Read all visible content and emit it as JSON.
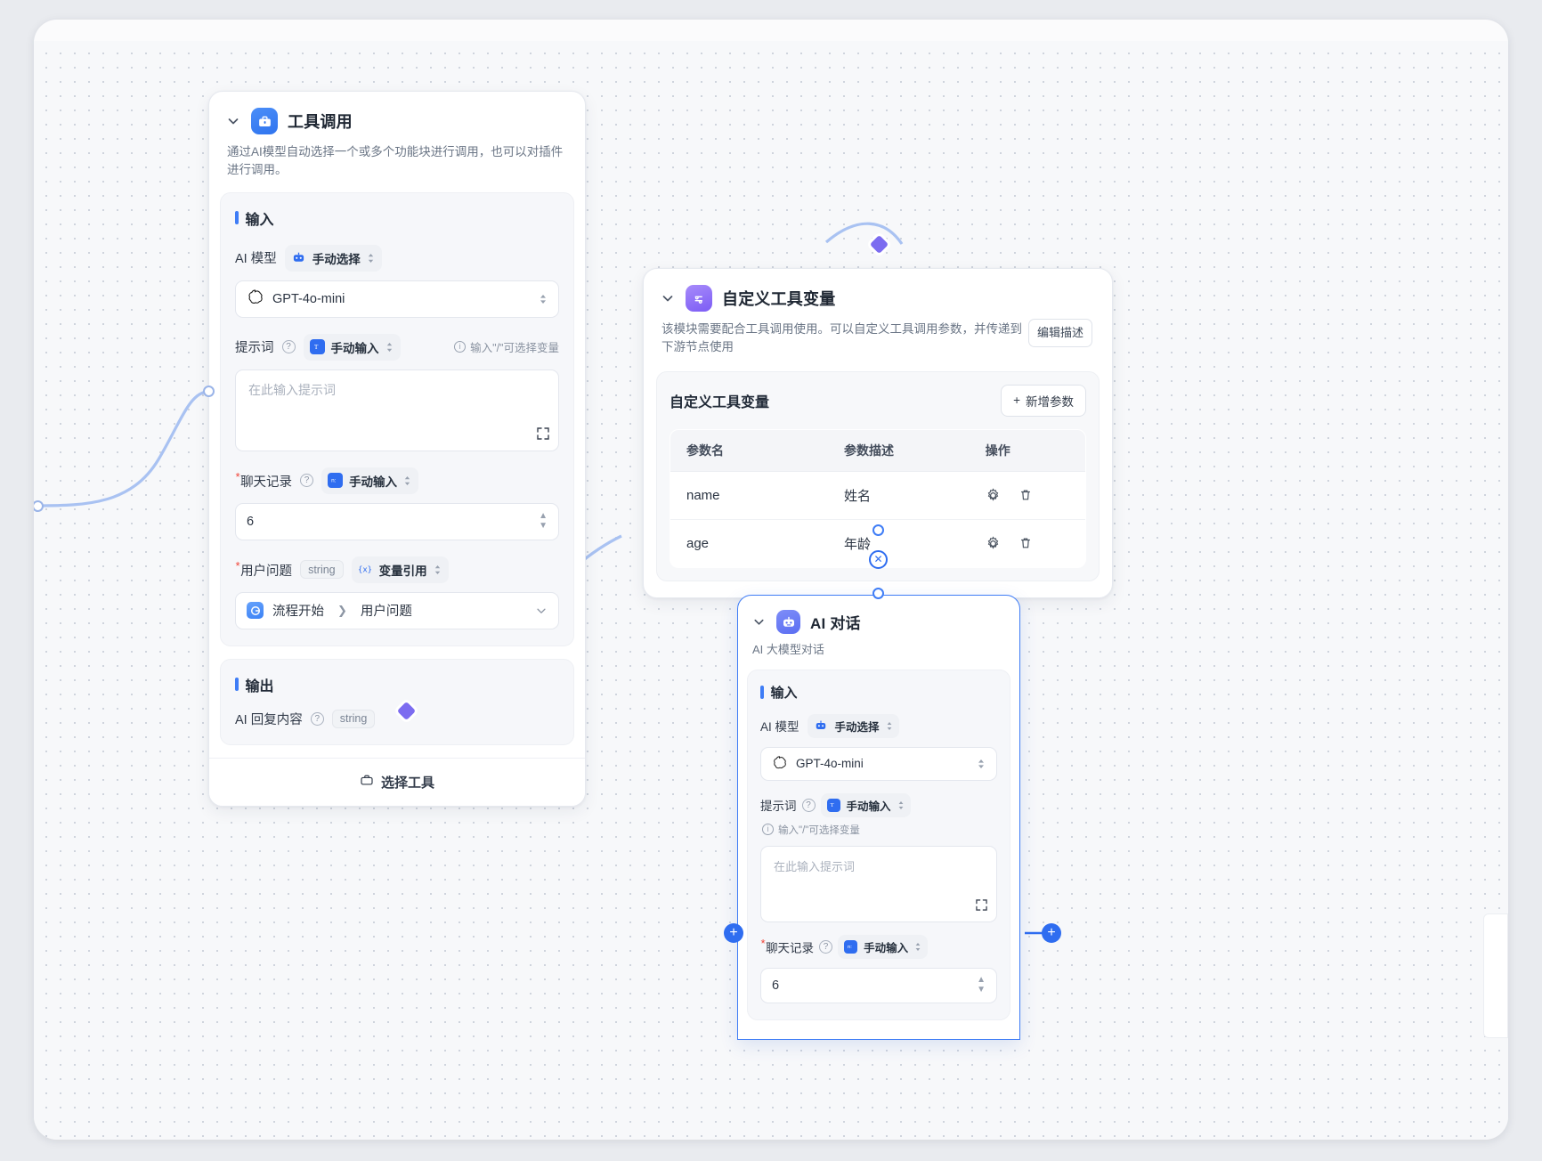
{
  "nodes": {
    "tool_call": {
      "title": "工具调用",
      "desc": "通过AI模型自动选择一个或多个功能块进行调用，也可以对插件进行调用。",
      "icon": "toolbox-icon",
      "input_section": "输入",
      "output_section": "输出",
      "fields": {
        "model_label": "AI 模型",
        "model_mode": "手动选择",
        "model_value": "GPT-4o-mini",
        "prompt_label": "提示词",
        "prompt_mode": "手动输入",
        "prompt_hint": "输入\"/\"可选择变量",
        "prompt_placeholder": "在此输入提示词",
        "history_label": "聊天记录",
        "history_mode": "手动输入",
        "history_value": "6",
        "question_label": "用户问题",
        "question_type": "string",
        "question_mode": "变量引用",
        "question_ref_node": "流程开始",
        "question_ref_field": "用户问题"
      },
      "output": {
        "label": "AI 回复内容",
        "type": "string"
      },
      "footer_button": "选择工具"
    },
    "tool_vars": {
      "title": "自定义工具变量",
      "desc": "该模块需要配合工具调用使用。可以自定义工具调用参数，并传递到下游节点使用",
      "edit_desc_button": "编辑描述",
      "table_title": "自定义工具变量",
      "add_button": "新增参数",
      "columns": [
        "参数名",
        "参数描述",
        "操作"
      ],
      "rows": [
        {
          "name": "name",
          "desc": "姓名"
        },
        {
          "name": "age",
          "desc": "年龄"
        }
      ]
    },
    "ai_chat": {
      "title": "AI 对话",
      "desc": "AI 大模型对话",
      "input_section": "输入",
      "fields": {
        "model_label": "AI 模型",
        "model_mode": "手动选择",
        "model_value": "GPT-4o-mini",
        "prompt_label": "提示词",
        "prompt_mode": "手动输入",
        "prompt_hint": "输入\"/\"可选择变量",
        "prompt_placeholder": "在此输入提示词",
        "history_label": "聊天记录",
        "history_mode": "手动输入",
        "history_value": "6"
      }
    }
  },
  "colors": {
    "accent_blue": "#3f7df6",
    "accent_violet": "#7c6cf0",
    "required_red": "#f04438",
    "canvas": "#f7f8fa"
  }
}
